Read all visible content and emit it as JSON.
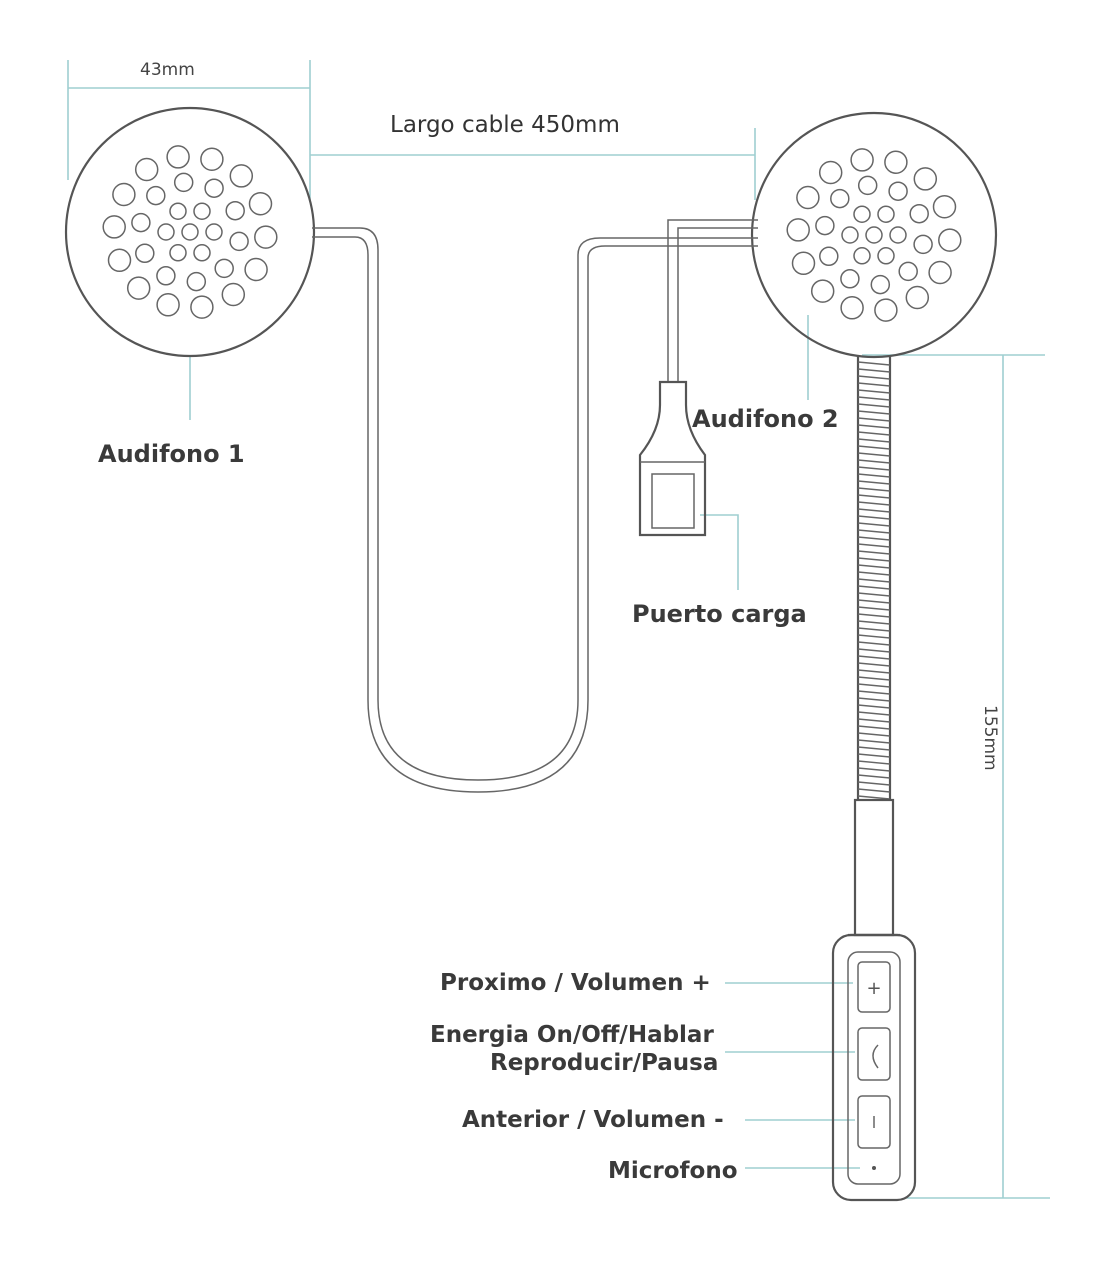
{
  "dimensions": {
    "speaker_width": "43mm",
    "cable_length": "Largo cable 450mm",
    "boom_length": "155mm"
  },
  "labels": {
    "earphone_1": "Audifono 1",
    "earphone_2": "Audifono 2",
    "charge_port": "Puerto carga",
    "next_volume_up": "Proximo / Volumen +",
    "power_line1": "Energia On/Off/Hablar",
    "power_line2": "Reproducir/Pausa",
    "prev_volume_down": "Anterior  / Volumen -",
    "microphone": "Microfono"
  },
  "colors": {
    "line": "#555555",
    "dimension_line": "#9fcfd1",
    "text": "#3a3a3a"
  }
}
